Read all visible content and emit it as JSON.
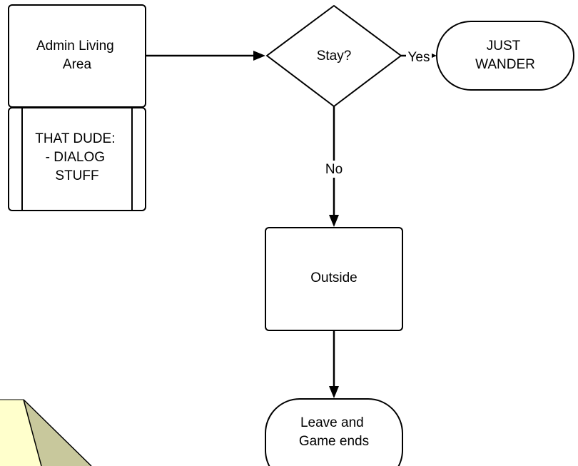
{
  "diagram": {
    "nodes": {
      "admin_living_area": {
        "lines": [
          "Admin Living",
          "Area"
        ]
      },
      "that_dude": {
        "lines": [
          "THAT DUDE:",
          "- DIALOG",
          "STUFF"
        ]
      },
      "stay": {
        "lines": [
          "Stay?"
        ]
      },
      "just_wander": {
        "lines": [
          "JUST",
          "WANDER"
        ]
      },
      "outside": {
        "lines": [
          "Outside"
        ]
      },
      "leave_game_ends": {
        "lines": [
          "Leave and",
          "Game ends"
        ]
      }
    },
    "edges": {
      "yes": {
        "label": "Yes"
      },
      "no": {
        "label": "No"
      }
    }
  },
  "colors": {
    "node_fill": "#ffffff",
    "stroke": "#000000",
    "sticky_note_fill": "#ffffcc",
    "sticky_note_fold": "#c8c89c"
  }
}
